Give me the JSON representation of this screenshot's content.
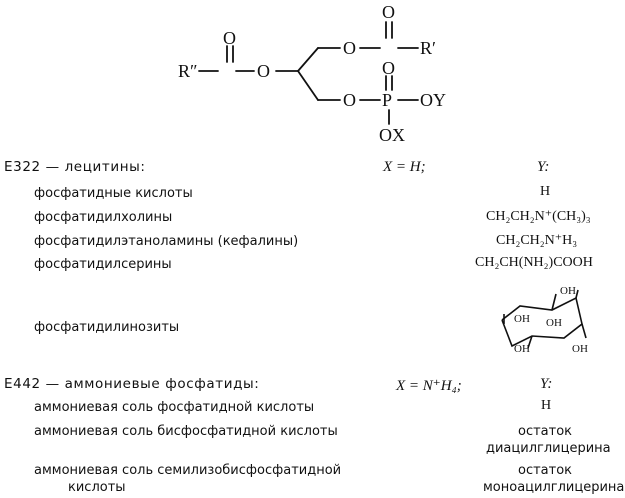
{
  "structure": {
    "atoms": {
      "O": "O",
      "P": "P",
      "R_left": "R″",
      "R_right": "R′",
      "OY": "OY",
      "OX": "OX"
    }
  },
  "e322": {
    "title": "E322 — лецитины:",
    "x_label": "X = H;",
    "y_label": "Y:",
    "rows": [
      {
        "name": "фосфатидные кислоты",
        "y": "H"
      },
      {
        "name": "фосфатидилхолины",
        "y": "CH₂CH₂N⁺(CH₃)₃"
      },
      {
        "name": "фосфатидилэтаноламины (кефалины)",
        "y": "CH₂CH₂N⁺H₃"
      },
      {
        "name": "фосфатидилсерины",
        "y": "CH₂CH(NH₂)COOH"
      },
      {
        "name": "фосфатидилинозиты",
        "y": ""
      }
    ],
    "inositol": {
      "oh": "OH"
    }
  },
  "e442": {
    "title": "E442 — аммониевые фосфатиды:",
    "x_label": "X = N⁺H₄;",
    "y_label": "Y:",
    "rows": [
      {
        "name": "аммониевая соль фосфатидной кислоты",
        "y": "H"
      },
      {
        "name": "аммониевая соль бисфосфатидной кислоты",
        "y1": "остаток",
        "y2": "диацилглицерина"
      },
      {
        "name1": "аммониевая соль семилизобисфосфатидной",
        "name2": "кислоты",
        "y1": "остаток",
        "y2": "моноацилглицерина"
      }
    ]
  }
}
